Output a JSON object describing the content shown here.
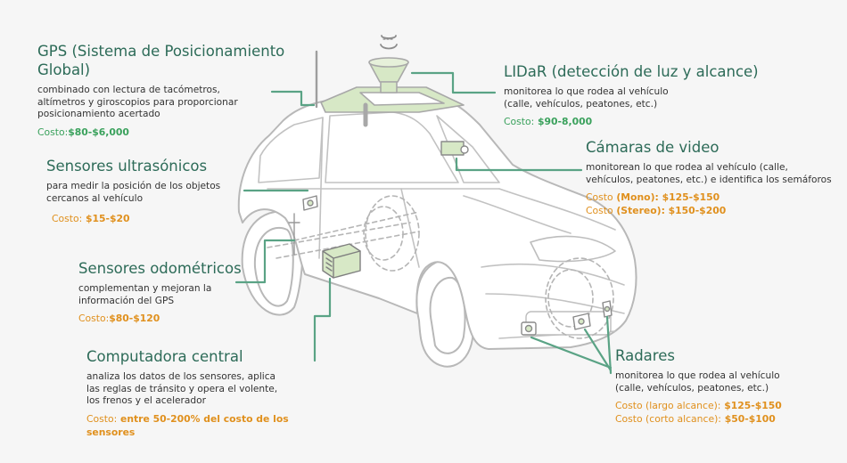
{
  "colors": {
    "title": "#2d6b58",
    "connector": "#5aa385",
    "car_outline": "#b8b8b8",
    "car_fill": "#ffffff",
    "lidar_fill": "#d7e8c6",
    "cost_green": "#3aa15c",
    "cost_orange": "#e0901d",
    "background": "#f6f6f6"
  },
  "components": {
    "gps": {
      "title": "GPS (Sistema de Posicionamiento Global)",
      "description": "combinado con lectura de tacómetros, altímetros y giroscopios para proporcionar posicionamiento acertado",
      "cost_label": "Costo:",
      "cost_value": "$80-$6,000"
    },
    "lidar": {
      "title": "LIDaR (detección de luz y alcance)",
      "description": "monitorea lo que rodea al vehículo (calle, vehículos, peatones, etc.)",
      "cost_label": "Costo:",
      "cost_value": "$90-8,000"
    },
    "cameras": {
      "title": "Cámaras de video",
      "description": "monitorean lo que rodea al vehículo (calle, vehículos, peatones, etc.) e identifica los semáforos",
      "costs": [
        {
          "label": "Costo",
          "value": "(Mono): $125-$150"
        },
        {
          "label": "Costo",
          "value": "(Stereo): $150-$200"
        }
      ]
    },
    "ultrasonic": {
      "title": "Sensores ultrasónicos",
      "description": "para medir la posición de los objetos cercanos al vehículo",
      "cost_label": "Costo:",
      "cost_value": "$15-$20"
    },
    "odometric": {
      "title": "Sensores odométricos",
      "description": "complementan y mejoran la información del GPS",
      "cost_label": "Costo:",
      "cost_value": "$80-$120"
    },
    "computer": {
      "title": "Computadora central",
      "description": "analiza los datos de los sensores, aplica las reglas de tránsito y opera el volente, los frenos y el acelerador",
      "cost_label": "Costo:",
      "cost_value": "entre 50-200% del costo de los sensores"
    },
    "radar": {
      "title": "Radares",
      "description": "monitorea lo que rodea al vehículo (calle, vehículos, peatones, etc.)",
      "costs": [
        {
          "label": "Costo (largo alcance):",
          "value": "$125-$150"
        },
        {
          "label": "Costo (corto alcance):",
          "value": "$50-$100"
        }
      ]
    }
  }
}
